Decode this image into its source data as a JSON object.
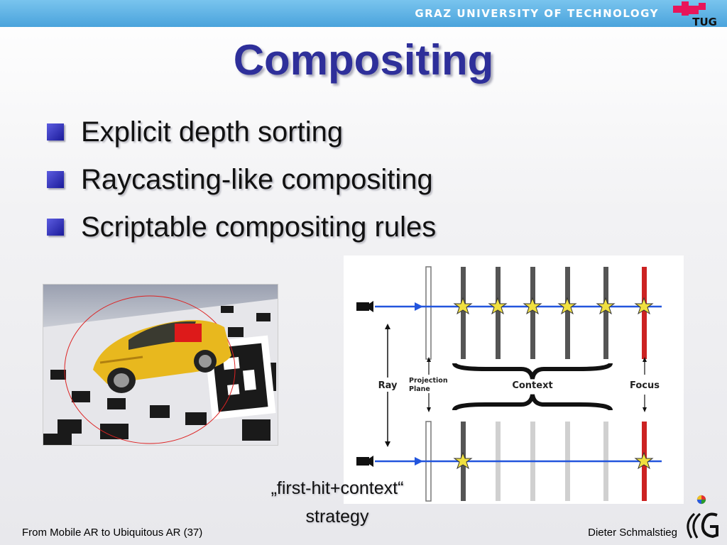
{
  "header": {
    "university": "GRAZ UNIVERSITY OF TECHNOLOGY",
    "logo_text": "TUG",
    "bar_color": "#5ab0e4"
  },
  "slide": {
    "title": "Compositing",
    "bullets": [
      "Explicit depth sorting",
      "Raycasting-like compositing",
      "Scriptable compositing rules"
    ],
    "caption_line1": "„first-hit+context“",
    "caption_line2": "strategy"
  },
  "diagram": {
    "labels": {
      "ray": "Ray",
      "projection_plane_line1": "Projection",
      "projection_plane_line2": "Plane",
      "context": "Context",
      "focus": "Focus"
    },
    "colors": {
      "ray": "#2255dd",
      "focus": "#cc2222",
      "context": "#555555",
      "context_faded": "#cccccc",
      "star": "#f0e040"
    }
  },
  "footer": {
    "left": "From Mobile AR to Ubiquitous AR (37)",
    "right": "Dieter Schmalstieg"
  }
}
